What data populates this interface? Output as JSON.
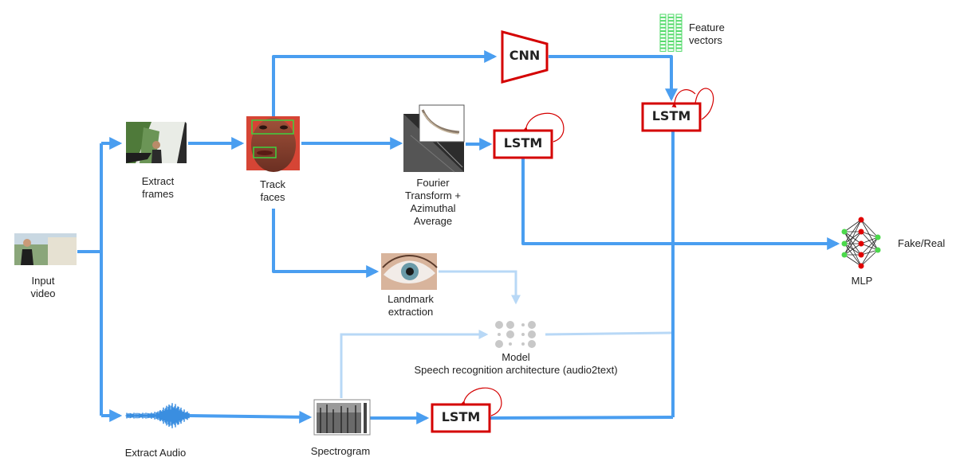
{
  "nodes": {
    "input_video": {
      "line1": "Input",
      "line2": "video",
      "thumb_icon": "woman-video-thumbnail"
    },
    "extract_frames": {
      "line1": "Extract",
      "line2": "frames",
      "thumb_icon": "video-frame-thumbnail"
    },
    "track_faces": {
      "line1": "Track",
      "line2": "faces",
      "thumb_icon": "face-tracking-thumbnail"
    },
    "fourier": {
      "line1": "Fourier",
      "line2": "Transform +",
      "line3": "Azimuthal",
      "line4": "Average",
      "thumb_icon": "spectrum-plot-thumbnail"
    },
    "cnn": {
      "label": "CNN"
    },
    "feature_vectors": {
      "line1": "Feature",
      "line2": "vectors",
      "icon": "feature-vector-columns"
    },
    "lstm_top": {
      "label": "LSTM"
    },
    "lstm_mid": {
      "label": "LSTM"
    },
    "lstm_bottom": {
      "label": "LSTM"
    },
    "landmark": {
      "line1": "Landmark",
      "line2": "extraction",
      "thumb_icon": "eye-thumbnail"
    },
    "model": {
      "line1": "Model",
      "line2": "Speech recognition architecture (audio2text)",
      "icon": "dot-grid-model"
    },
    "extract_audio": {
      "label": "Extract Audio",
      "icon": "audio-waveform"
    },
    "spectrogram": {
      "label": "Spectrogram",
      "thumb_icon": "spectrogram-thumbnail"
    },
    "mlp": {
      "label": "MLP",
      "icon": "neural-network"
    },
    "output": {
      "label": "Fake/Real"
    }
  },
  "colors": {
    "arrow": "#4a9ef0",
    "arrow_light": "#b8d8f6",
    "box_border": "#d40000",
    "feature": "#4cd964",
    "mlp_green": "#4cd94c",
    "mlp_red": "#e00000"
  }
}
